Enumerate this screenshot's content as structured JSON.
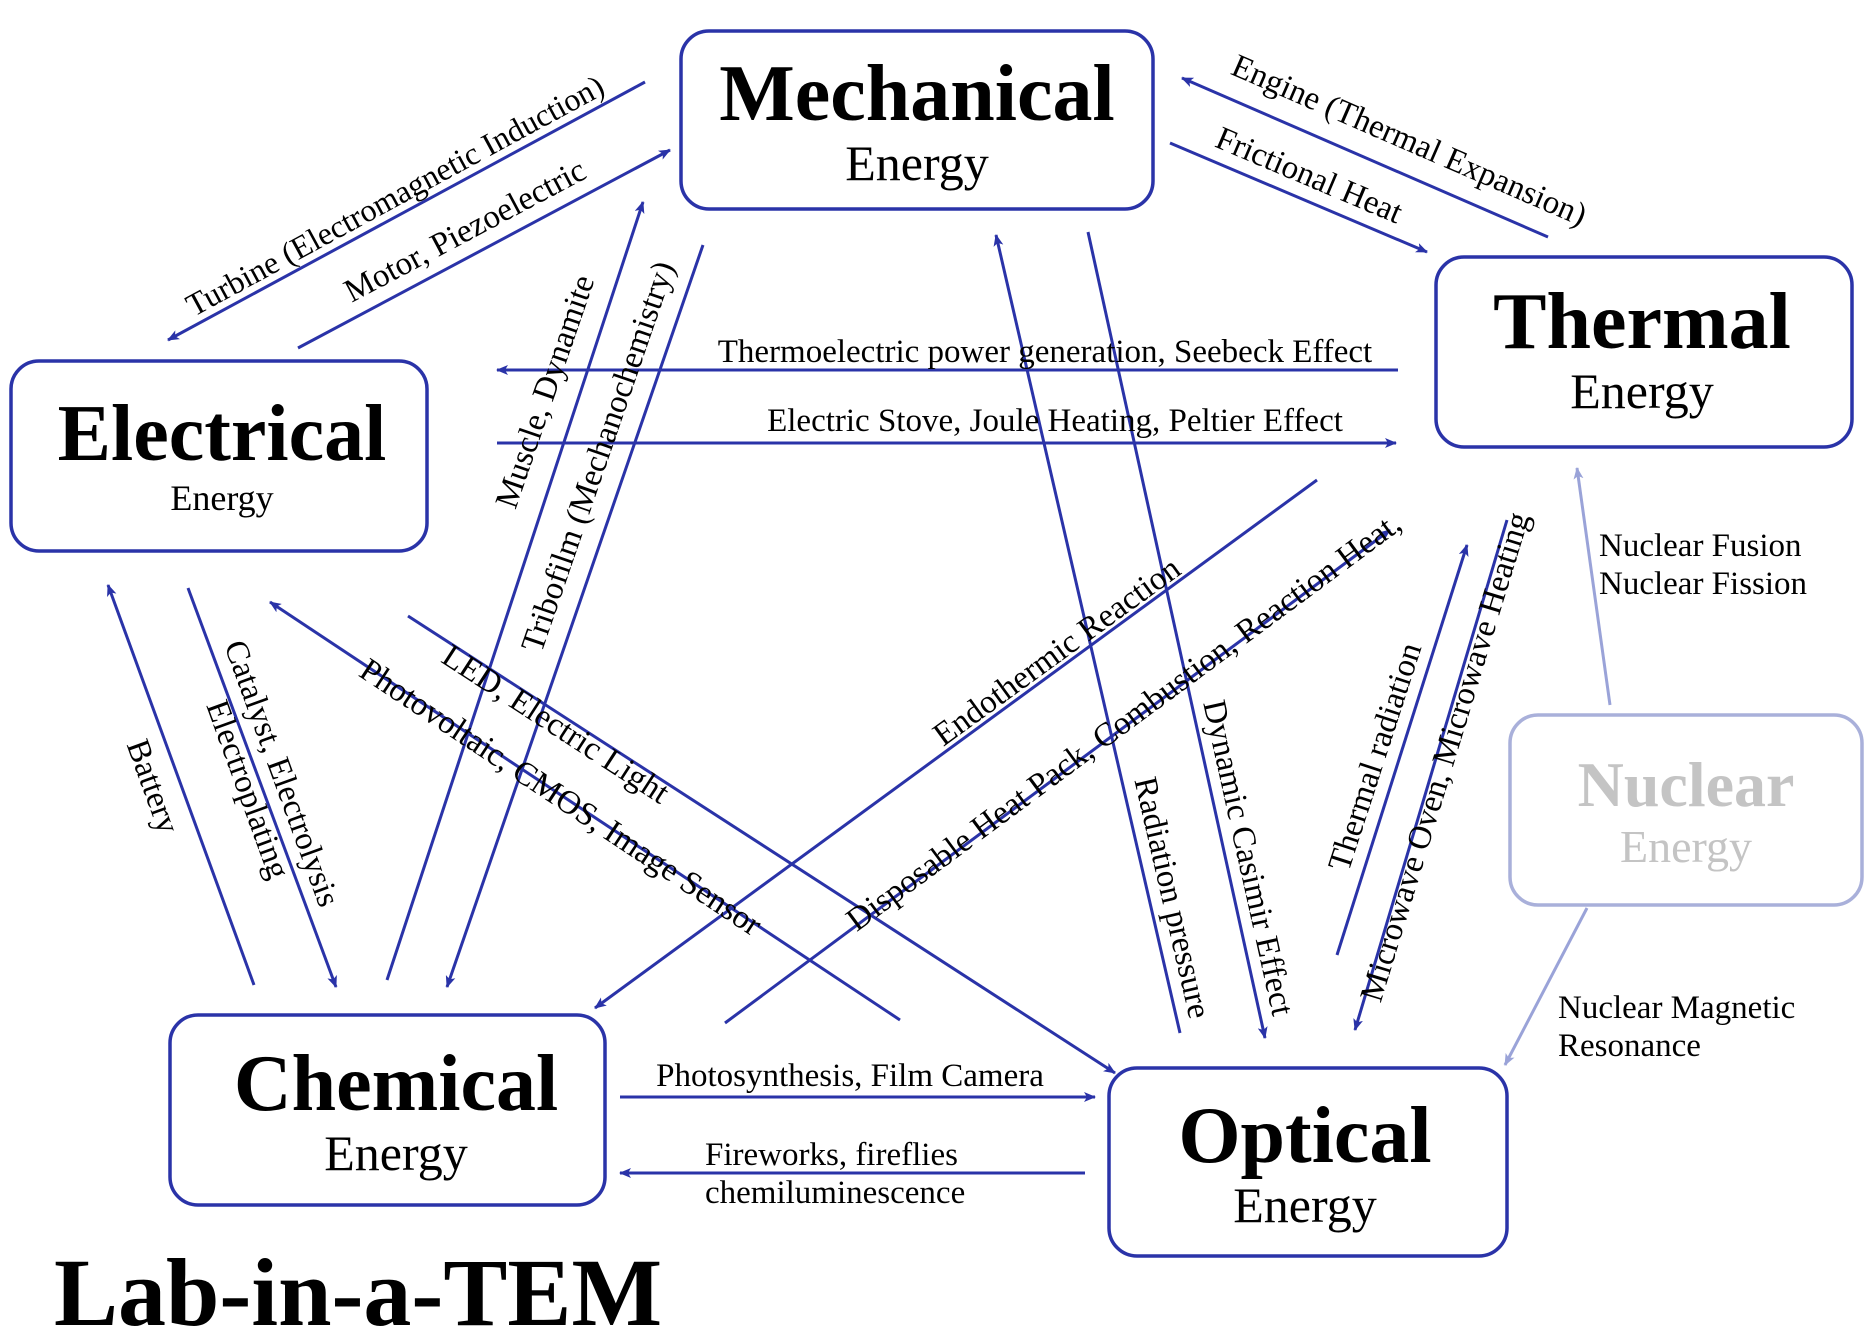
{
  "nodes": {
    "mechanical": {
      "title": "Mechanical",
      "subtitle": "Energy"
    },
    "thermal": {
      "title": "Thermal",
      "subtitle": "Energy"
    },
    "electrical": {
      "title": "Electrical",
      "subtitle": "Energy"
    },
    "chemical": {
      "title": "Chemical",
      "subtitle": "Energy"
    },
    "optical": {
      "title": "Optical",
      "subtitle": "Energy"
    },
    "nuclear": {
      "title": "Nuclear",
      "subtitle": "Energy"
    }
  },
  "edges": {
    "turbine": "Turbine (Electromagnetic Induction)",
    "motor": "Motor, Piezoelectric",
    "engine": "Engine (Thermal Expansion)",
    "friction": "Frictional Heat",
    "seebeck": "Thermoelectric power generation, Seebeck Effect",
    "joule": "Electric Stove, Joule Heating, Peltier Effect",
    "muscle": "Muscle, Dynamite",
    "tribofilm": "Tribofilm (Mechanochemistry)",
    "battery": "Battery",
    "catalyst": "Catalyst, Electrolysis",
    "electroplating": "Electroplating",
    "led": "LED, Electric Light",
    "photovoltaic": "Photovoltaic, CMOS, Image Sensor",
    "endothermic": "Endothermic Reaction",
    "combustion": "Disposable Heat Pack, Combustion, Reaction Heat,",
    "radiation_pressure": "Radiation pressure",
    "casimir": "Dynamic Casimir Effect",
    "thermal_radiation": "Thermal radiation",
    "microwave": "Microwave Oven, Microwave Heating",
    "fusion": "Nuclear Fusion",
    "fission": "Nuclear Fission",
    "nmr_1": "Nuclear Magnetic",
    "nmr_2": "Resonance",
    "photosynthesis": "Photosynthesis, Film Camera",
    "fireworks": "Fireworks, fireflies",
    "chemiluminescence": "chemiluminescence"
  },
  "footer": {
    "title": "Lab-in-a-TEM"
  },
  "colors": {
    "arrow": "#2a33a8",
    "faded_arrow": "#9aa3d8",
    "faded_text": "#c4c4c4"
  }
}
